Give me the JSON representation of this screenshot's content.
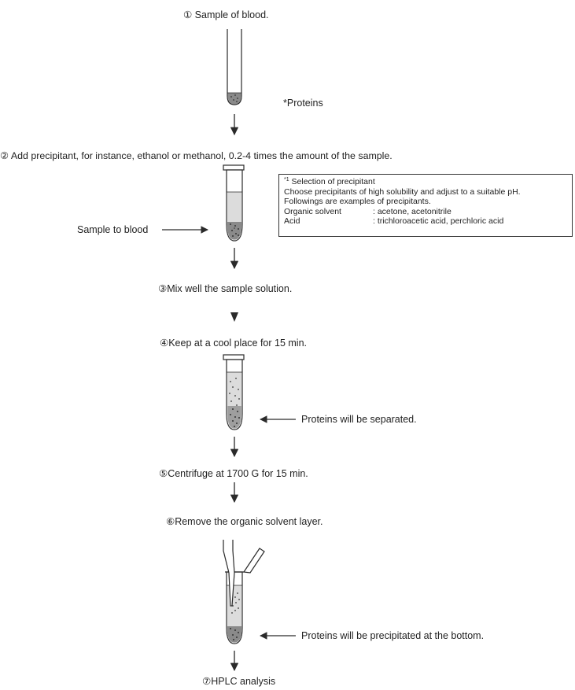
{
  "steps": {
    "s1": "① Sample of blood.",
    "s2": "② Add precipitant, for instance, ethanol or methanol, 0.2-4 times the amount of the sample.",
    "s3": "③Mix well the sample solution.",
    "s4": "④Keep at a cool place for 15 min.",
    "s5": "⑤Centrifuge at 1700 G for 15 min.",
    "s6": "⑥Remove the organic solvent layer.",
    "s7": "⑦HPLC analysis"
  },
  "labels": {
    "proteins": "*Proteins",
    "sample_to_blood": "Sample to blood",
    "separated": "Proteins will be separated.",
    "precipitated": "Proteins will be precipitated at the bottom."
  },
  "note": {
    "marker": "*1",
    "title": "Selection of precipitant",
    "line1": "Choose precipitants of high solubility and adjust to a suitable pH.",
    "line2": "Followings are examples of precipitants.",
    "rows": [
      {
        "key": "Organic solvent",
        "value": ": acetone, acetonitrile"
      },
      {
        "key": "Acid",
        "value": ": trichloroacetic acid, perchloric acid"
      }
    ]
  },
  "colors": {
    "line": "#2a2a2a",
    "liquid": "#dcdcdc",
    "sediment": "#8a8a8a",
    "dots": "#333333"
  }
}
